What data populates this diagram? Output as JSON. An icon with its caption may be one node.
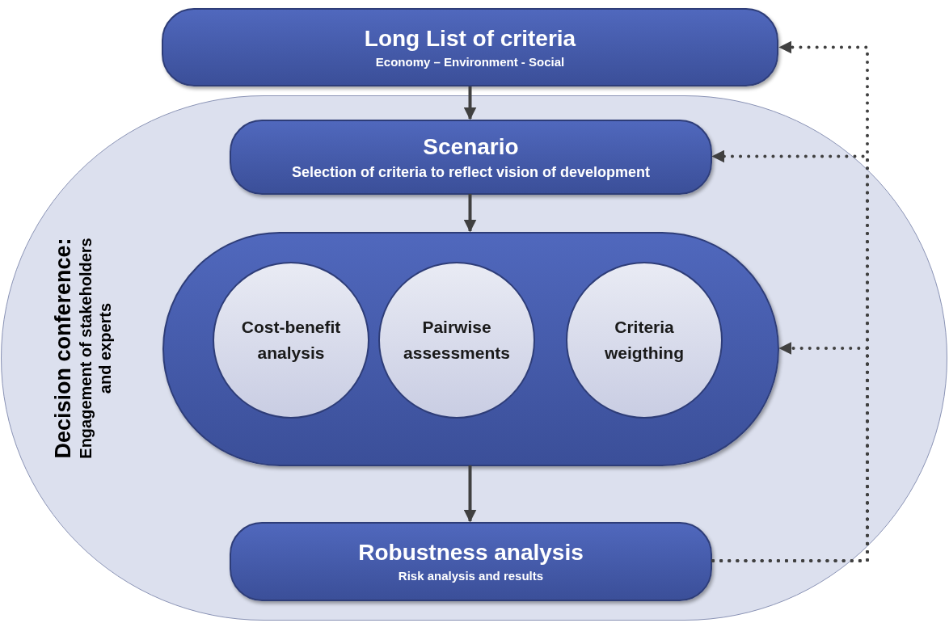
{
  "diagram": {
    "nodes": [
      {
        "text": [
          "Long List of criteria",
          "Economy – Environment - Social"
        ]
      },
      {
        "text": [
          "Decision conference:",
          "Engagement of stakeholders and experts"
        ]
      },
      {
        "text": [
          "Scenario",
          "Selection of criteria to reflect vision of development"
        ],
        "in": 1
      },
      {
        "text": [],
        "shape": "box",
        "in": 1
      },
      {
        "text": [
          "Cost-benefit analysis"
        ],
        "in": 3
      },
      {
        "text": [
          "Pairwise assessments"
        ],
        "in": 3
      },
      {
        "text": [
          "Criteria weigthing"
        ],
        "in": 3
      },
      {
        "text": [
          "Robustness analysis",
          "Risk analysis and results"
        ],
        "in": 1
      }
    ],
    "edges": [
      {
        "from": 0,
        "to": 2,
        "arrow": "to"
      },
      {
        "from": 2,
        "to": 3,
        "arrow": "to"
      },
      {
        "from": 3,
        "to": 7,
        "arrow": "to"
      },
      {
        "from": 7,
        "to": 0,
        "arrow": "to",
        "style": "dashed"
      },
      {
        "from": 7,
        "to": 2,
        "arrow": "to",
        "style": "dashed"
      },
      {
        "from": 7,
        "to": 3,
        "arrow": "to",
        "style": "dashed"
      }
    ]
  }
}
